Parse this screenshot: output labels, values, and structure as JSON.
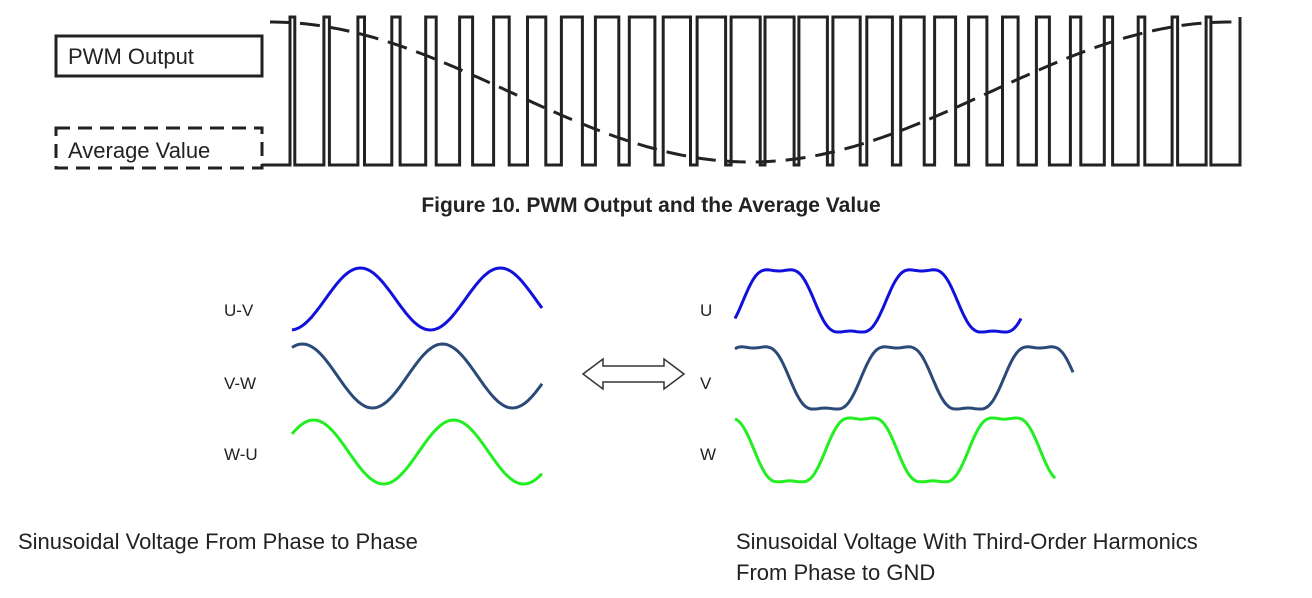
{
  "figure": {
    "title": "Figure 10.  PWM Output and the Average Value"
  },
  "pwm": {
    "legend_output": "PWM Output",
    "legend_average": "Average Value",
    "pulse_count": 28
  },
  "left_panel": {
    "labels": [
      "U-V",
      "V-W",
      "W-U"
    ],
    "caption": "Sinusoidal Voltage From Phase to Phase"
  },
  "right_panel": {
    "labels": [
      "U",
      "V",
      "W"
    ],
    "caption_line1": "Sinusoidal Voltage With Third-Order Harmonics",
    "caption_line2": "From Phase to GND"
  },
  "colors": {
    "phase_u": "#1111dd",
    "phase_v": "#2b4a78",
    "phase_w": "#22ee22",
    "pwm_stroke": "#222222"
  },
  "icons": {
    "equivalence_arrow": "double-arrow-icon"
  }
}
